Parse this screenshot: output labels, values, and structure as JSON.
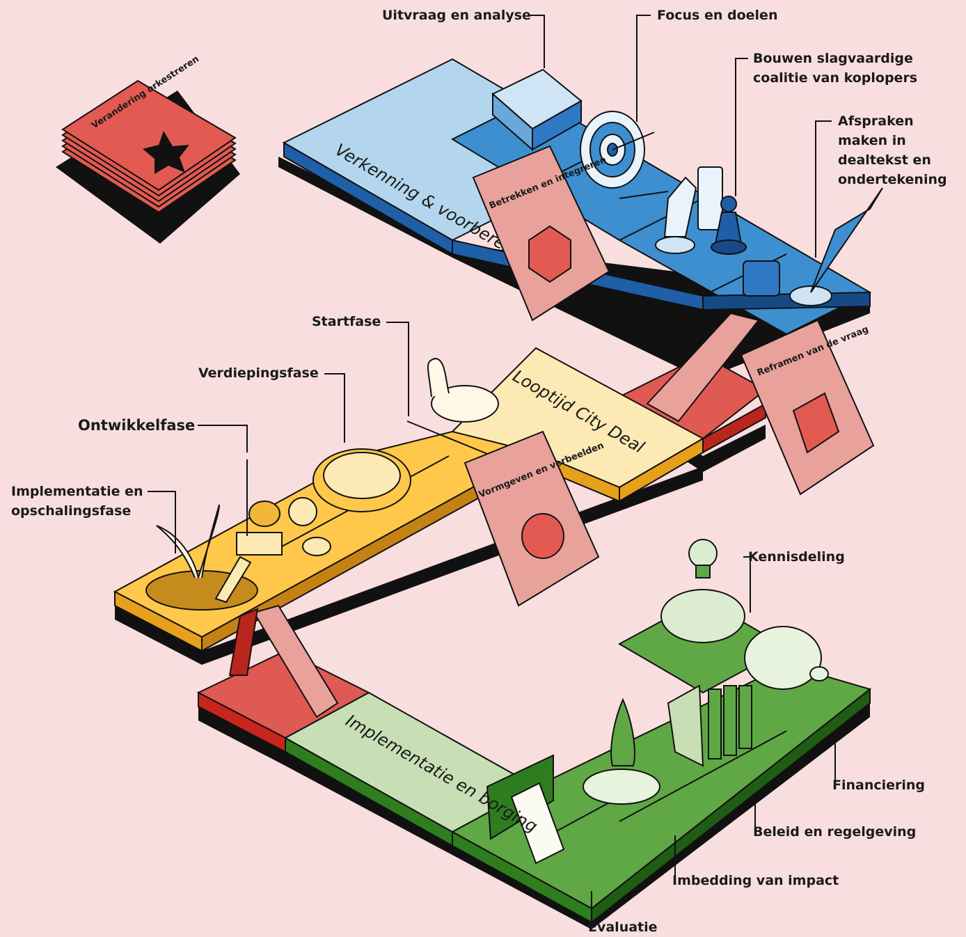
{
  "colors": {
    "background": "#f9dedf",
    "blue_light": "#b3d6ee",
    "blue_mid": "#3d8fd0",
    "blue_dark": "#1f5fa8",
    "yellow_light": "#fde9b3",
    "yellow_mid": "#ffc84a",
    "yellow_dark": "#e6a01b",
    "green_light": "#c8dfb5",
    "green_mid": "#5fa845",
    "green_dark": "#2e7d1e",
    "red": "#df5a52",
    "red_dark": "#b8261d",
    "card_pink": "#e9a19c",
    "card_red": "#e35a52"
  },
  "deck": {
    "label": "Verandering orkestreren",
    "symbol": "star-icon"
  },
  "tiles": {
    "blue_title": "Verkenning & voorbereiding",
    "yellow_title": "Looptijd City Deal",
    "green_title": "Implementatie en borging"
  },
  "cards": [
    {
      "label": "Betrekken en integreren",
      "shape": "hexagon-icon"
    },
    {
      "label": "Reframen van de vraag",
      "shape": "square-icon"
    },
    {
      "label": "Vormgeven en verbeelden",
      "shape": "circle-icon"
    }
  ],
  "labels": {
    "uitvraag": "Uitvraag en analyse",
    "focus": "Focus en doelen",
    "coalitie": "Bouwen slagvaardige coalitie van koplopers",
    "afspraken": "Afspraken maken in dealtekst en ondertekening",
    "startfase": "Startfase",
    "verdieping": "Verdiepingsfase",
    "ontwikkel": "Ontwikkelfase",
    "implementatie_fase": "Implementatie en opschalingsfase",
    "kennisdeling": "Kennisdeling",
    "financiering": "Financiering",
    "beleid": "Beleid en regelgeving",
    "imbedding": "Imbedding van impact",
    "evaluatie": "Evaluatie"
  }
}
